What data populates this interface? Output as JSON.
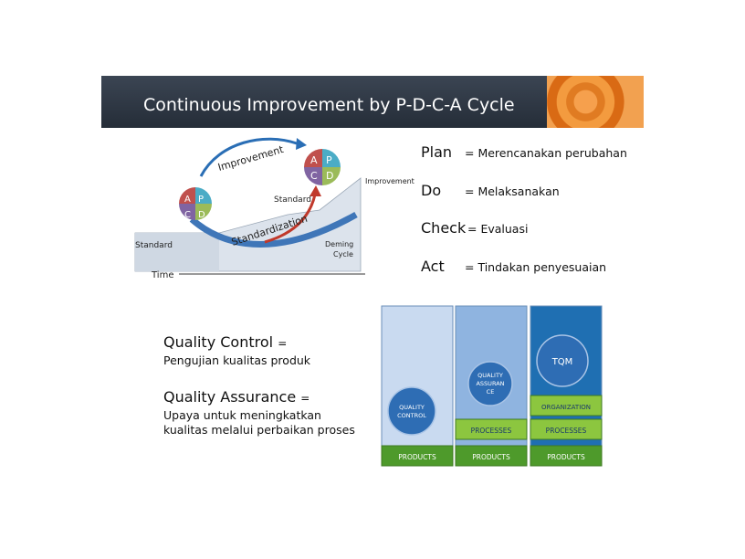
{
  "title": "Continuous Improvement by P-D-C-A Cycle",
  "cycle": {
    "improvement_arc": "Improvement",
    "standardization_arc": "Standardization",
    "standard_low": "Standard",
    "standard_high": "Standard",
    "time": "Time",
    "improvement_axis": "Improvement",
    "deming": [
      "Deming",
      "Cycle"
    ],
    "wheel": {
      "a": "A",
      "p": "P",
      "c": "C",
      "d": "D"
    },
    "colors": {
      "a": "#c0504d",
      "p": "#4bacc6",
      "c": "#8064a2",
      "d": "#9bbb59"
    }
  },
  "pdca": [
    {
      "term": "Plan",
      "meaning": "= Merencanakan perubahan"
    },
    {
      "term": "Do",
      "meaning": "= Melaksanakan"
    },
    {
      "term": "Check",
      "meaning": "= Evaluasi"
    },
    {
      "term": "Act",
      "meaning": "= Tindakan penyesuaian"
    }
  ],
  "quality": {
    "control_title": "Quality Control",
    "control_eq": "=",
    "control_desc": "Pengujian kualitas produk",
    "assurance_title": "Quality Assurance",
    "assurance_eq": "=",
    "assurance_desc_1": "Upaya untuk meningkatkan",
    "assurance_desc_2": "kualitas melalui perbaikan proses"
  },
  "tqm": {
    "circle_qc": [
      "QUALITY",
      "CONTROL"
    ],
    "circle_qa": [
      "QUALITY",
      "ASSURAN",
      "CE"
    ],
    "circle_tqm": "TQM",
    "organization": "ORGANIZATION",
    "processes_1": "PROCESSES",
    "processes_2": "PROCESSES",
    "products_1": "PRODUCTS",
    "products_2": "PRODUCTS",
    "products_3": "PRODUCTS",
    "colors": {
      "col1": "#c9daf0",
      "col2": "#8fb4e0",
      "col3": "#1f6fb2",
      "green": "#8cc63f",
      "darkgreen": "#4e9a2b",
      "circle": "#2e6db4"
    }
  }
}
